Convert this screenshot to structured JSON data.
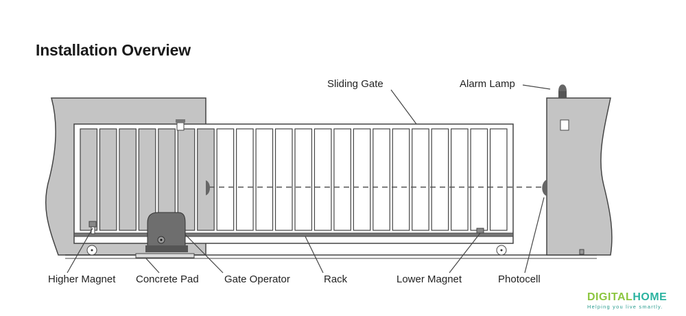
{
  "title": "Installation Overview",
  "labels": {
    "sliding_gate": "Sliding Gate",
    "alarm_lamp": "Alarm Lamp",
    "higher_magnet": "Higher Magnet",
    "concrete_pad": "Concrete Pad",
    "gate_operator": "Gate Operator",
    "rack": "Rack",
    "lower_magnet": "Lower Magnet",
    "photocell": "Photocell"
  },
  "logo": {
    "part1": "DIGITAL",
    "part2": "HOME",
    "tagline": "Helping you live smartly."
  },
  "colors": {
    "wall": "#c4c4c4",
    "outline": "#444444",
    "operator": "#6e6e6e",
    "logo_green": "#8cc63f",
    "logo_teal": "#2bb3a0"
  }
}
